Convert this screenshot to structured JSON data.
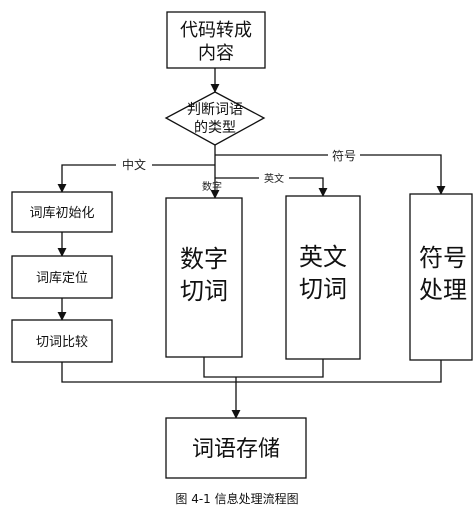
{
  "nodes": {
    "convert": [
      "代码转成",
      "内容"
    ],
    "judge": [
      "判断词语",
      "的类型"
    ],
    "init": "词库初始化",
    "locate": "词库定位",
    "compare": "切词比较",
    "digit": [
      "数字",
      "切词"
    ],
    "english": [
      "英文",
      "切词"
    ],
    "symbol": [
      "符号",
      "处理"
    ],
    "store": "词语存储"
  },
  "edges": {
    "chinese": "中文",
    "digit": "数字",
    "english": "英文",
    "symbol": "符号"
  },
  "caption": "图 4-1 信息处理流程图"
}
